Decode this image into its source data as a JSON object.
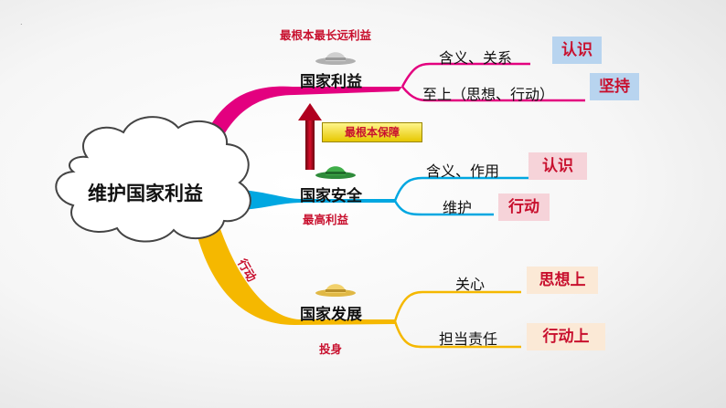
{
  "center": "维护国家利益",
  "branches": {
    "interest": {
      "title": "国家利益",
      "note": "最根本最长远利益",
      "color": "#e3007f",
      "hat_color": "#c8c8c8",
      "leaves": [
        {
          "text": "含义、关系",
          "tag": "认识"
        },
        {
          "text": "至上（思想、行动）",
          "tag": "坚持"
        }
      ]
    },
    "security": {
      "title": "国家安全",
      "note": "最高利益",
      "color": "#00a7e1",
      "hat_color": "#3fae49",
      "leaves": [
        {
          "text": "含义、作用",
          "tag": "认识"
        },
        {
          "text": "维护",
          "tag": "行动"
        }
      ]
    },
    "development": {
      "title": "国家发展",
      "note": "投身",
      "curve_label": "行动",
      "color": "#f5b800",
      "hat_color": "#f2d16b",
      "leaves": [
        {
          "text": "关心",
          "tag": "思想上"
        },
        {
          "text": "担当责任",
          "tag": "行动上"
        }
      ]
    }
  },
  "arrow_label": "最根本保障",
  "colors": {
    "accent_red": "#c8102e",
    "arrow": "#b0001e"
  }
}
